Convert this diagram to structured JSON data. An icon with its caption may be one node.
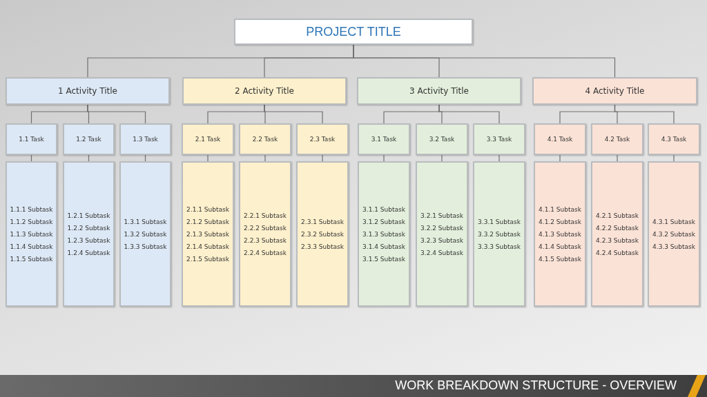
{
  "diagram": {
    "nodes": [
      {
        "text": [
          "PROJECT TITLE"
        ]
      },
      {
        "text": [
          "1 Activity Title"
        ]
      },
      {
        "text": [
          "2 Activity Title"
        ]
      },
      {
        "text": [
          "3 Activity Title"
        ]
      },
      {
        "text": [
          "4 Activity Title"
        ]
      },
      {
        "text": [
          "1.1 Task"
        ]
      },
      {
        "text": [
          "1.2 Task"
        ]
      },
      {
        "text": [
          "1.3 Task"
        ]
      },
      {
        "text": [
          "2.1 Task"
        ]
      },
      {
        "text": [
          "2.2 Task"
        ]
      },
      {
        "text": [
          "2.3 Task"
        ]
      },
      {
        "text": [
          "3.1 Task"
        ]
      },
      {
        "text": [
          "3.2 Task"
        ]
      },
      {
        "text": [
          "3.3 Task"
        ]
      },
      {
        "text": [
          "4.1 Task"
        ]
      },
      {
        "text": [
          "4.2 Task"
        ]
      },
      {
        "text": [
          "4.3 Task"
        ]
      },
      {
        "text": [
          "1.1.1 Subtask",
          "1.1.2 Subtask",
          "1.1.3 Subtask",
          "1.1.4 Subtask",
          "1.1.5 Subtask"
        ]
      },
      {
        "text": [
          "1.2.1 Subtask",
          "1.2.2 Subtask",
          "1.2.3 Subtask",
          "1.2.4 Subtask"
        ]
      },
      {
        "text": [
          "1.3.1 Subtask",
          "1.3.2 Subtask",
          "1.3.3 Subtask"
        ]
      },
      {
        "text": [
          "2.1.1 Subtask",
          "2.1.2 Subtask",
          "2.1.3 Subtask",
          "2.1.4 Subtask",
          "2.1.5 Subtask"
        ]
      },
      {
        "text": [
          "2.2.1 Subtask",
          "2.2.2 Subtask",
          "2.2.3 Subtask",
          "2.2.4 Subtask"
        ]
      },
      {
        "text": [
          "2.3.1 Subtask",
          "2.3.2 Subtask",
          "2.3.3 Subtask"
        ]
      },
      {
        "text": [
          "3.1.1 Subtask",
          "3.1.2 Subtask",
          "3.1.3 Subtask",
          "3.1.4 Subtask",
          "3.1.5 Subtask"
        ]
      },
      {
        "text": [
          "3.2.1 Subtask",
          "3.2.2 Subtask",
          "3.2.3 Subtask",
          "3.2.4 Subtask"
        ]
      },
      {
        "text": [
          "3.3.1 Subtask",
          "3.3.2 Subtask",
          "3.3.3 Subtask"
        ]
      },
      {
        "text": [
          "4.1.1 Subtask",
          "4.1.2 Subtask",
          "4.1.3 Subtask",
          "4.1.4 Subtask",
          "4.1.5 Subtask"
        ]
      },
      {
        "text": [
          "4.2.1 Subtask",
          "4.2.2 Subtask",
          "4.2.3 Subtask",
          "4.2.4 Subtask"
        ]
      },
      {
        "text": [
          "4.3.1 Subtask",
          "4.3.2 Subtask",
          "4.3.3 Subtask"
        ]
      }
    ],
    "edges": [
      {
        "from": 0,
        "to": 1,
        "arrow": "none"
      },
      {
        "from": 0,
        "to": 2,
        "arrow": "none"
      },
      {
        "from": 0,
        "to": 3,
        "arrow": "none"
      },
      {
        "from": 0,
        "to": 4,
        "arrow": "none"
      },
      {
        "from": 1,
        "to": 5,
        "arrow": "none"
      },
      {
        "from": 1,
        "to": 6,
        "arrow": "none"
      },
      {
        "from": 1,
        "to": 7,
        "arrow": "none"
      },
      {
        "from": 2,
        "to": 8,
        "arrow": "none"
      },
      {
        "from": 2,
        "to": 9,
        "arrow": "none"
      },
      {
        "from": 2,
        "to": 10,
        "arrow": "none"
      },
      {
        "from": 3,
        "to": 11,
        "arrow": "none"
      },
      {
        "from": 3,
        "to": 12,
        "arrow": "none"
      },
      {
        "from": 3,
        "to": 13,
        "arrow": "none"
      },
      {
        "from": 4,
        "to": 14,
        "arrow": "none"
      },
      {
        "from": 4,
        "to": 15,
        "arrow": "none"
      },
      {
        "from": 4,
        "to": 16,
        "arrow": "none"
      },
      {
        "from": 5,
        "to": 17,
        "arrow": "none"
      },
      {
        "from": 6,
        "to": 18,
        "arrow": "none"
      },
      {
        "from": 7,
        "to": 19,
        "arrow": "none"
      },
      {
        "from": 8,
        "to": 20,
        "arrow": "none"
      },
      {
        "from": 9,
        "to": 21,
        "arrow": "none"
      },
      {
        "from": 10,
        "to": 22,
        "arrow": "none"
      },
      {
        "from": 11,
        "to": 23,
        "arrow": "none"
      },
      {
        "from": 12,
        "to": 24,
        "arrow": "none"
      },
      {
        "from": 13,
        "to": 25,
        "arrow": "none"
      },
      {
        "from": 14,
        "to": 26,
        "arrow": "none"
      },
      {
        "from": 15,
        "to": 27,
        "arrow": "none"
      },
      {
        "from": 16,
        "to": 28,
        "arrow": "none"
      }
    ],
    "labels": [
      "WORK BREAKDOWN STRUCTURE - OVERVIEW"
    ]
  }
}
